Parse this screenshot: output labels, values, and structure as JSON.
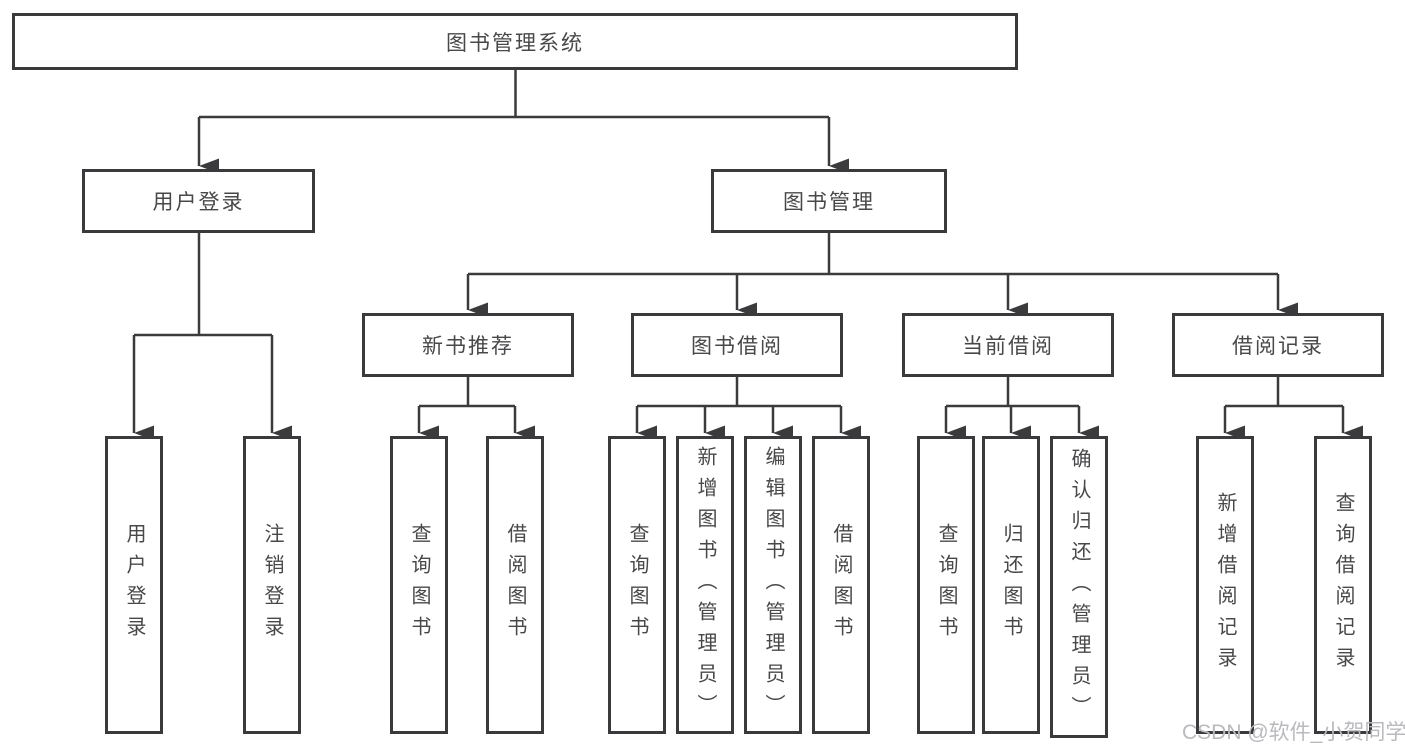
{
  "diagram": {
    "title_node": {
      "label": "图书管理系统"
    },
    "branches": [
      {
        "label": "用户登录",
        "children": [
          {
            "label": "用户登录"
          },
          {
            "label": "注销登录"
          }
        ]
      },
      {
        "label": "图书管理",
        "groups": [
          {
            "label": "新书推荐",
            "children": [
              {
                "label": "查询图书"
              },
              {
                "label": "借阅图书"
              }
            ]
          },
          {
            "label": "图书借阅",
            "children": [
              {
                "label": "查询图书"
              },
              {
                "label": "新增图书（管理员）"
              },
              {
                "label": "编辑图书（管理员）"
              },
              {
                "label": "借阅图书"
              }
            ]
          },
          {
            "label": "当前借阅",
            "children": [
              {
                "label": "查询图书"
              },
              {
                "label": "归还图书"
              },
              {
                "label": "确认归还（管理员）"
              }
            ]
          },
          {
            "label": "借阅记录",
            "children": [
              {
                "label": "新增借阅记录"
              },
              {
                "label": "查询借阅记录"
              }
            ]
          }
        ]
      }
    ]
  },
  "watermark": {
    "text": "CSDN @软件_小贺同学"
  },
  "colors": {
    "line": "#3b3b3d",
    "box_border": "#3a3a3c",
    "text": "#48484a",
    "watermark": "#b9babd",
    "background": "#ffffff"
  }
}
